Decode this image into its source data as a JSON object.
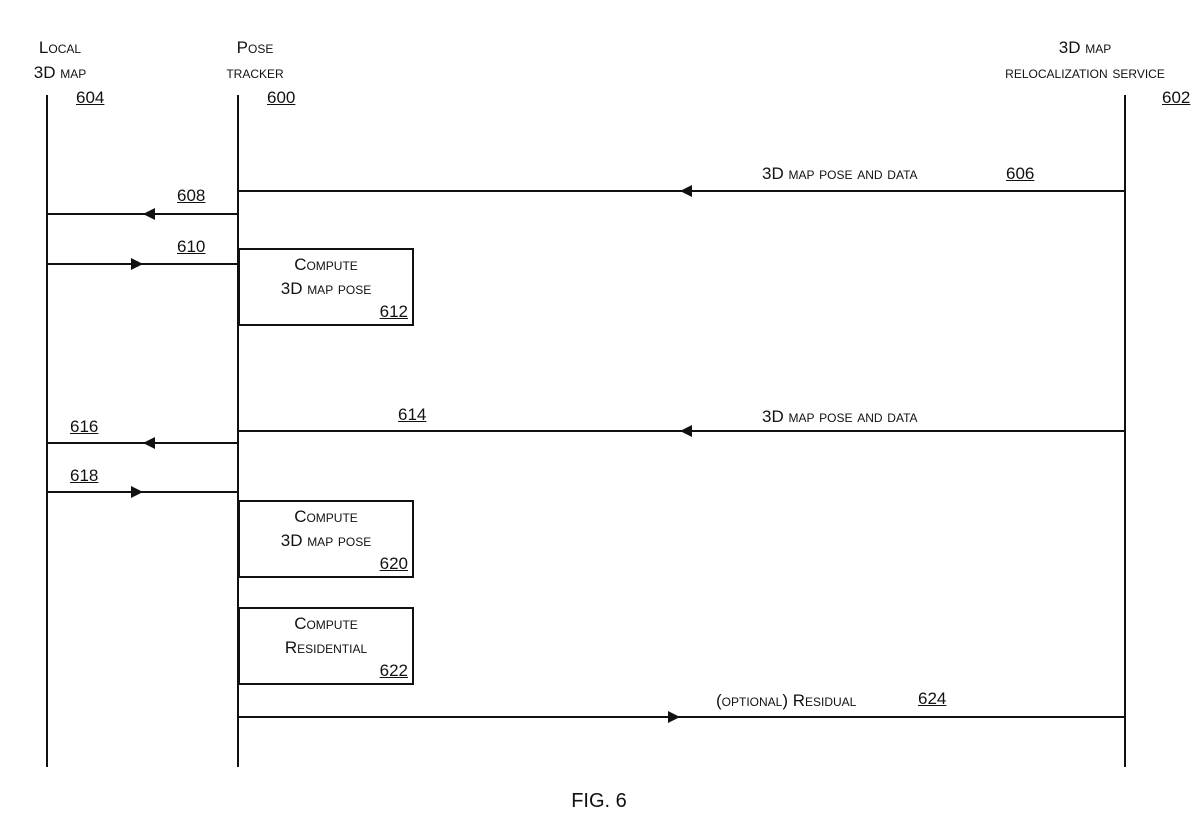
{
  "figure": {
    "caption": "FIG. 6"
  },
  "lifelines": [
    {
      "name_line1": "Local",
      "name_line2": "3D map",
      "ref": "604"
    },
    {
      "name_line1": "Pose",
      "name_line2": "tracker",
      "ref": "600"
    },
    {
      "name_line1": "3D map",
      "name_line2": "relocalization service",
      "ref": "602"
    }
  ],
  "messages": [
    {
      "ref": "606",
      "label": "3D map pose and data",
      "from": "3D map relocalization service",
      "to": "Pose tracker"
    },
    {
      "ref": "608",
      "label": "",
      "from": "Pose tracker",
      "to": "Local 3D map"
    },
    {
      "ref": "610",
      "label": "",
      "from": "Local 3D map",
      "to": "Pose tracker"
    },
    {
      "ref": "614",
      "label": "3D map pose and data",
      "from": "3D map relocalization service",
      "to": "Pose tracker"
    },
    {
      "ref": "616",
      "label": "",
      "from": "Pose tracker",
      "to": "Local 3D map"
    },
    {
      "ref": "618",
      "label": "",
      "from": "Local 3D map",
      "to": "Pose tracker"
    },
    {
      "ref": "624",
      "label": "(optional) Residual",
      "from": "Pose tracker",
      "to": "3D map relocalization service"
    }
  ],
  "activities": [
    {
      "line1": "Compute",
      "line2": "3D map pose",
      "ref": "612"
    },
    {
      "line1": "Compute",
      "line2": "3D map pose",
      "ref": "620"
    },
    {
      "line1": "Compute",
      "line2": "Residential",
      "ref": "622"
    }
  ]
}
